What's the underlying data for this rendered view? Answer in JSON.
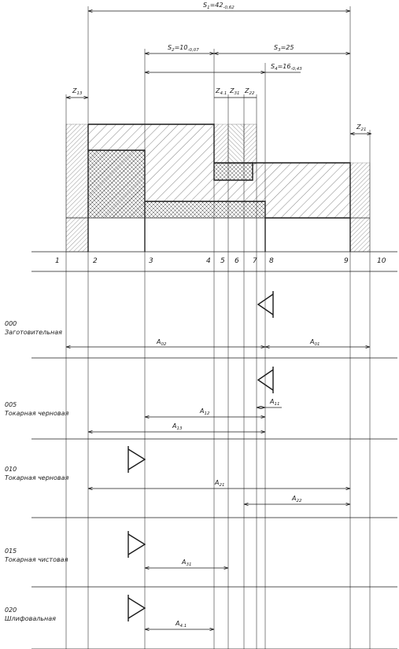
{
  "sizes": {
    "S1": {
      "main": "S",
      "sub": "1",
      "rest": "=42",
      "tol": "-0,62"
    },
    "S2": {
      "main": "S",
      "sub": "2",
      "rest": "=10",
      "tol": "-0,07"
    },
    "S3": {
      "main": "S",
      "sub": "3",
      "rest": "=25",
      "tol": ""
    },
    "S4": {
      "main": "S",
      "sub": "4",
      "rest": "=16",
      "tol": "-0,43"
    }
  },
  "allowances": {
    "Z13": {
      "main": "Z",
      "sub": "13"
    },
    "Z41": {
      "main": "Z",
      "sub": "4.1"
    },
    "Z31": {
      "main": "Z",
      "sub": "31"
    },
    "Z22": {
      "main": "Z",
      "sub": "22"
    },
    "Z21": {
      "main": "Z",
      "sub": "21"
    }
  },
  "surfaces": [
    "1",
    "2",
    "3",
    "4",
    "5",
    "6",
    "7",
    "8",
    "9",
    "10"
  ],
  "operations": [
    {
      "code": "000",
      "name": "Заготовительная"
    },
    {
      "code": "005",
      "name": "Токарная черновая"
    },
    {
      "code": "010",
      "name": "Токарная черновая"
    },
    {
      "code": "015",
      "name": "Токарная чистовая"
    },
    {
      "code": "020",
      "name": "Шлифовальная"
    }
  ],
  "dims": {
    "A02": {
      "main": "A",
      "sub": "02"
    },
    "A01": {
      "main": "A",
      "sub": "01"
    },
    "A11": {
      "main": "A",
      "sub": "11"
    },
    "A12": {
      "main": "A",
      "sub": "12"
    },
    "A13": {
      "main": "A",
      "sub": "13"
    },
    "A21": {
      "main": "A",
      "sub": "21"
    },
    "A22": {
      "main": "A",
      "sub": "22"
    },
    "A31": {
      "main": "A",
      "sub": "31"
    },
    "A41": {
      "main": "A",
      "sub": "4.1"
    }
  }
}
